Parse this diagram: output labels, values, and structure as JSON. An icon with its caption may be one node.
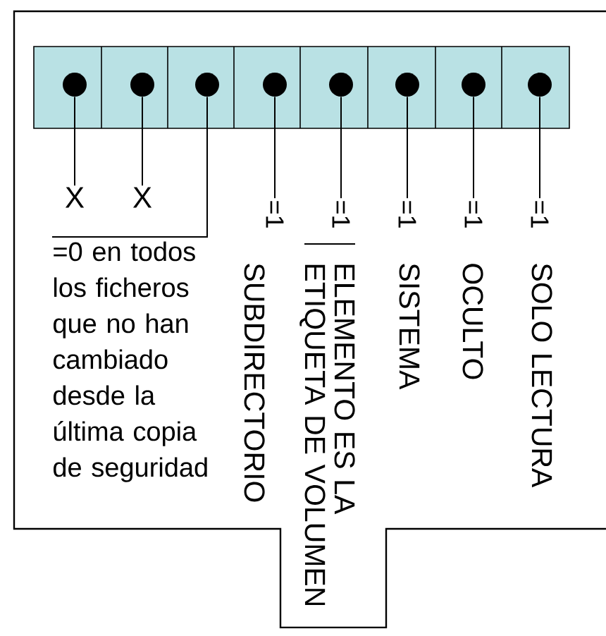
{
  "diagram": {
    "nodes": [
      {
        "text": [],
        "shape": "circle"
      },
      {
        "text": [],
        "shape": "circle"
      },
      {
        "text": [],
        "shape": "circle"
      },
      {
        "text": [],
        "shape": "circle"
      },
      {
        "text": [],
        "shape": "circle"
      },
      {
        "text": [],
        "shape": "circle"
      },
      {
        "text": [],
        "shape": "circle"
      },
      {
        "text": [],
        "shape": "circle"
      },
      {
        "text": [
          "X"
        ]
      },
      {
        "text": [
          "X"
        ]
      },
      {
        "text": [
          "=0 en todos los ficheros que no han cambiado desde la última copia de seguridad"
        ]
      },
      {
        "text": [
          "=1"
        ],
        "beside": [
          "SUBDIRECTORIO"
        ]
      },
      {
        "text": [
          "=1"
        ],
        "beside": [
          "ELEMENTO ES LA ETIQUETA DE VOLUMEN"
        ]
      },
      {
        "text": [
          "=1"
        ],
        "beside": [
          "SISTEMA"
        ]
      },
      {
        "text": [
          "=1"
        ],
        "beside": [
          "OCULTO"
        ]
      },
      {
        "text": [
          "=1"
        ],
        "beside": [
          "SOLO LECTURA"
        ]
      }
    ],
    "edges": [
      {
        "from": 0,
        "to": 8,
        "arrow": "none"
      },
      {
        "from": 1,
        "to": 9,
        "arrow": "none"
      },
      {
        "from": 2,
        "to": 10,
        "arrow": "none"
      },
      {
        "from": 3,
        "to": 11,
        "arrow": "none"
      },
      {
        "from": 4,
        "to": 12,
        "arrow": "none"
      },
      {
        "from": 5,
        "to": 13,
        "arrow": "none"
      },
      {
        "from": 6,
        "to": 14,
        "arrow": "none"
      },
      {
        "from": 7,
        "to": 15,
        "arrow": "none"
      }
    ]
  }
}
